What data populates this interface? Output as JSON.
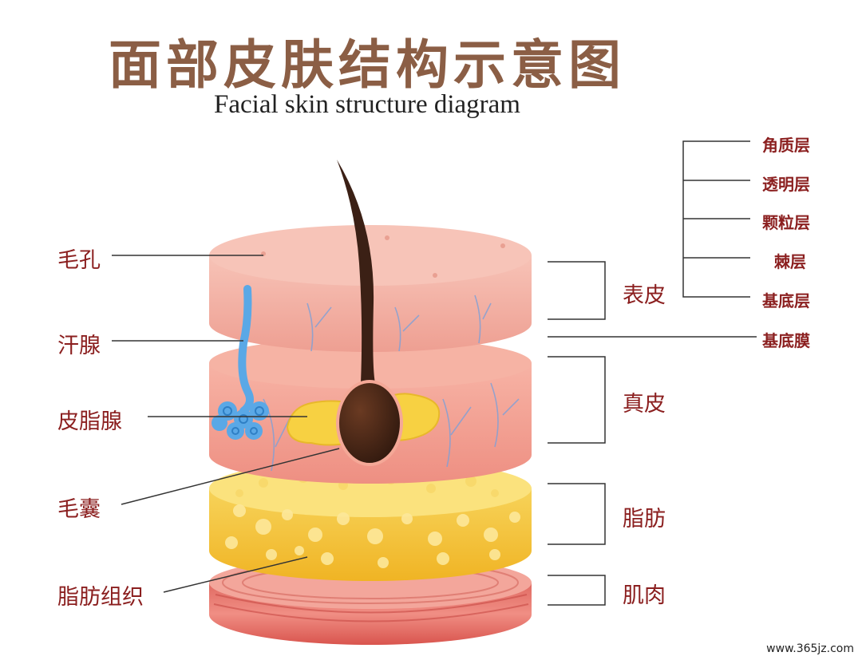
{
  "title": "面部皮肤结构示意图",
  "subtitle": "Facial skin structure diagram",
  "left_labels": [
    "毛孔",
    "汗腺",
    "皮脂腺",
    "毛囊",
    "脂肪组织"
  ],
  "layer_labels": [
    "表皮",
    "真皮",
    "脂肪",
    "肌肉"
  ],
  "epidermis_sublayers": [
    "角质层",
    "透明层",
    "颗粒层",
    "棘层",
    "基底层"
  ],
  "basement_membrane": "基底膜",
  "watermark": "www.365jz.com",
  "colors": {
    "title": "#8b5e45",
    "label": "#8b1f1f",
    "epidermis": "#f2b1a5",
    "dermis": "#f09a8c",
    "fat": "#f6c640",
    "muscle": "#e9736a",
    "hair": "#3b2015",
    "sweat_gland": "#5aa8e6"
  }
}
